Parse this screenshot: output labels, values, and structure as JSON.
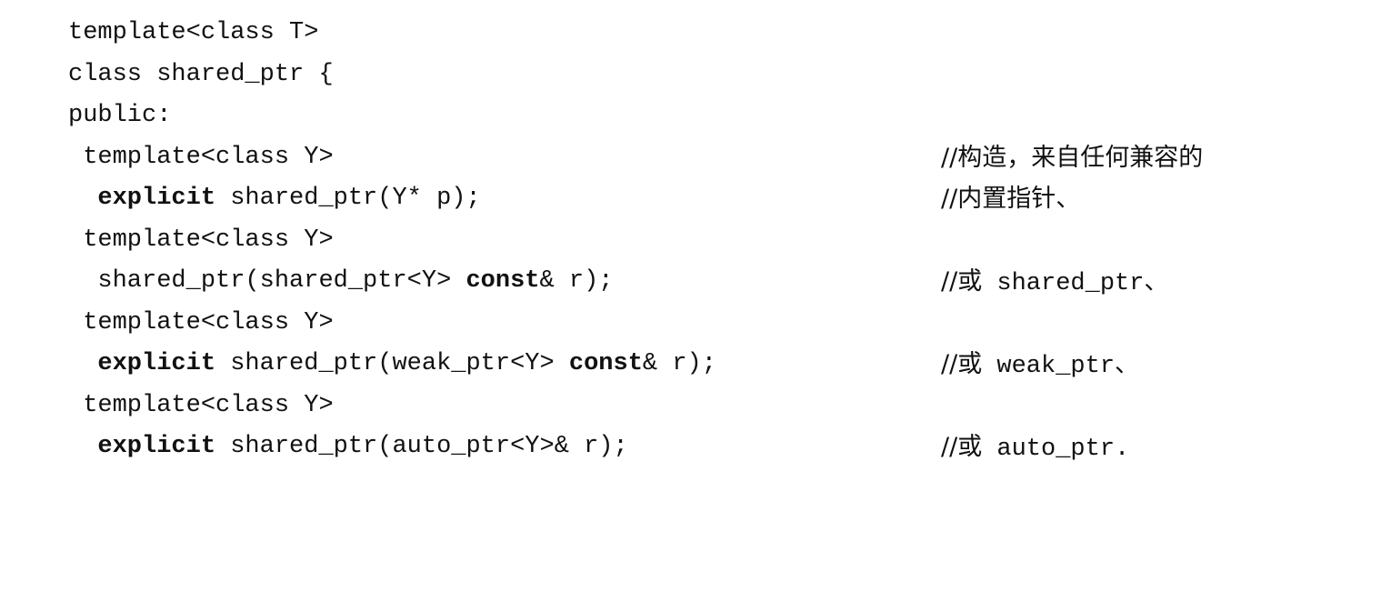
{
  "lines": [
    {
      "indent": "",
      "keyword": "",
      "code": "template<class T>",
      "comment_zh": "",
      "comment_code": ""
    },
    {
      "indent": "",
      "keyword": "",
      "code": "class shared_ptr {",
      "comment_zh": "",
      "comment_code": ""
    },
    {
      "indent": "",
      "keyword": "",
      "code": "public:",
      "comment_zh": "",
      "comment_code": ""
    },
    {
      "indent": " ",
      "keyword": "",
      "code": "template<class Y>",
      "comment_zh": "//构造，来自任何兼容的",
      "comment_code": ""
    },
    {
      "indent": "  ",
      "keyword": "explicit",
      "code": " shared_ptr(Y* p);",
      "comment_zh": "//内置指针、",
      "comment_code": ""
    },
    {
      "indent": " ",
      "keyword": "",
      "code": "template<class Y>",
      "comment_zh": "",
      "comment_code": ""
    },
    {
      "indent": "  ",
      "keyword": "",
      "code": "shared_ptr(shared_ptr<Y> ",
      "keyword2": "const",
      "code2": "& r);",
      "comment_zh": "//或",
      "comment_code": " shared_ptr、"
    },
    {
      "indent": " ",
      "keyword": "",
      "code": "template<class Y>",
      "comment_zh": "",
      "comment_code": ""
    },
    {
      "indent": "  ",
      "keyword": "explicit",
      "code": " shared_ptr(weak_ptr<Y> ",
      "keyword2": "const",
      "code2": "& r);",
      "comment_zh": "//或",
      "comment_code": " weak_ptr、"
    },
    {
      "indent": " ",
      "keyword": "",
      "code": "template<class Y>",
      "comment_zh": "",
      "comment_code": ""
    },
    {
      "indent": "  ",
      "keyword": "explicit",
      "code": " shared_ptr(auto_ptr<Y>& r);",
      "comment_zh": "//或",
      "comment_code": " auto_ptr."
    }
  ]
}
